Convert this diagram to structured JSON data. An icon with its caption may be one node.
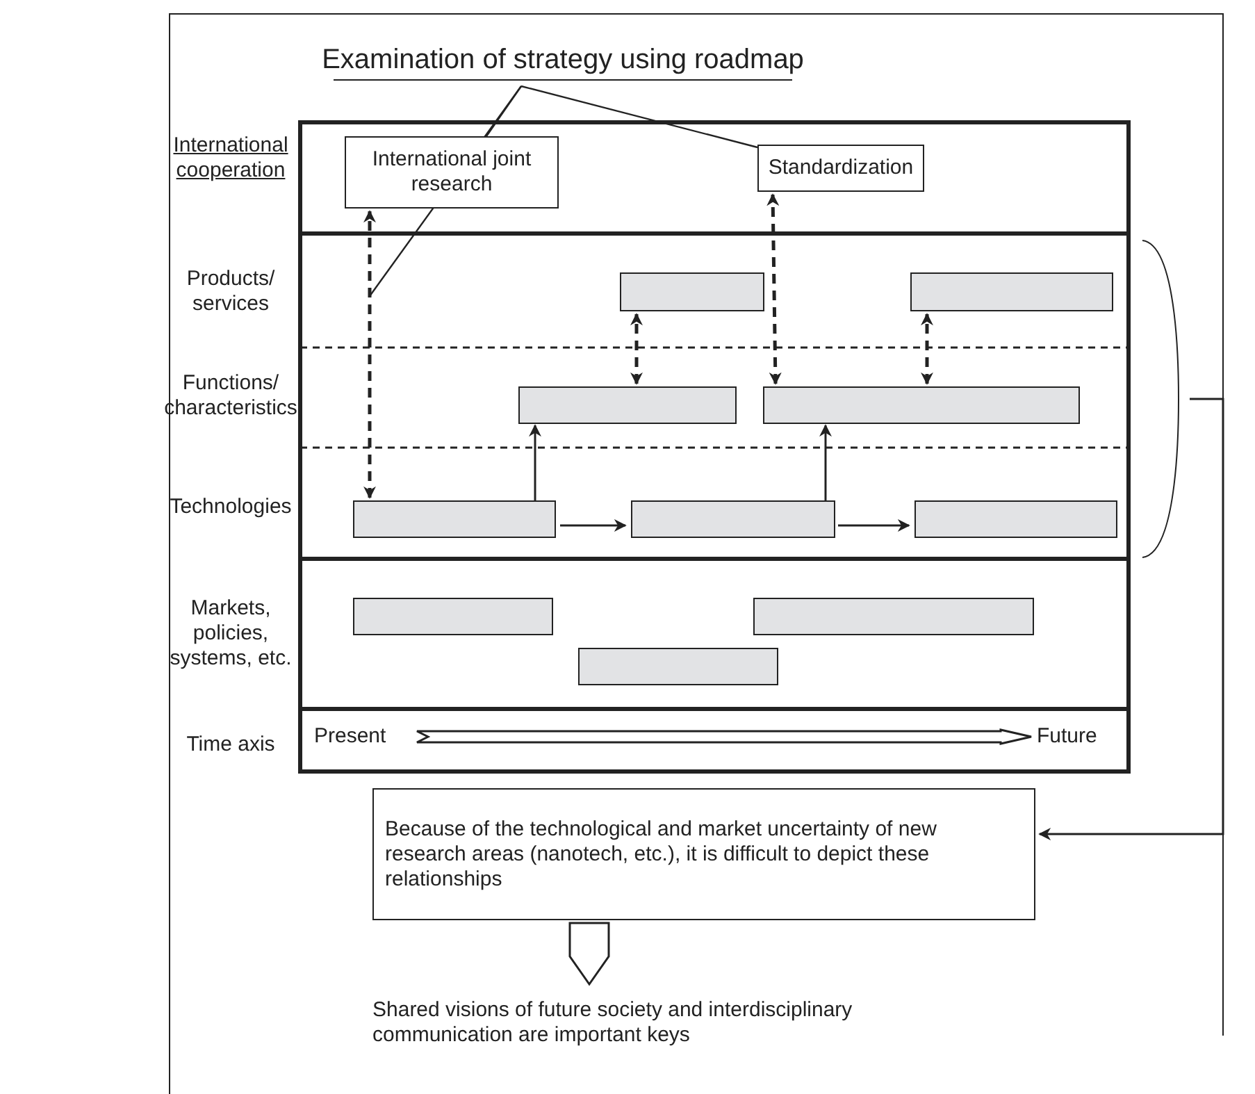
{
  "diagram": {
    "nodes": [
      {
        "text": [
          "Examination of strategy using roadmap"
        ]
      },
      {
        "text": [
          "International joint research"
        ]
      },
      {
        "text": [
          "Standardization"
        ]
      },
      {
        "text": [],
        "shape": "box"
      },
      {
        "text": [],
        "shape": "box"
      },
      {
        "text": [],
        "shape": "box"
      },
      {
        "text": [],
        "shape": "box"
      },
      {
        "text": [],
        "shape": "box"
      },
      {
        "text": [],
        "shape": "box"
      },
      {
        "text": [],
        "shape": "box"
      },
      {
        "text": [],
        "shape": "box"
      },
      {
        "text": [],
        "shape": "box"
      },
      {
        "text": [],
        "shape": "box"
      },
      {
        "text": [
          "Because of the technological and market uncertainty of new research areas (nanotech, etc.), it is difficult to depict these relationships"
        ]
      },
      {
        "text": [
          "Shared visions of future society and interdisciplinary communication are important keys"
        ]
      },
      {
        "text": [],
        "shape": "brace"
      },
      {
        "text": [
          "Present"
        ]
      },
      {
        "text": [
          "Future"
        ]
      }
    ],
    "edges": [
      {
        "from": 0,
        "to": 1,
        "arrow": "none"
      },
      {
        "from": 0,
        "to": null,
        "arrow": "none"
      },
      {
        "from": 0,
        "to": 2,
        "arrow": "none"
      },
      {
        "from": 7,
        "to": 1,
        "arrow": "both",
        "style": "dashed"
      },
      {
        "from": 6,
        "to": 2,
        "arrow": "both",
        "style": "dashed"
      },
      {
        "from": 5,
        "to": 3,
        "arrow": "both",
        "style": "dashed"
      },
      {
        "from": 6,
        "to": 4,
        "arrow": "both",
        "style": "dashed"
      },
      {
        "from": 7,
        "to": 5,
        "arrow": "to"
      },
      {
        "from": 8,
        "to": 6,
        "arrow": "to"
      },
      {
        "from": 7,
        "to": 8,
        "arrow": "to"
      },
      {
        "from": 8,
        "to": 9,
        "arrow": "to"
      },
      {
        "from": 15,
        "to": 13,
        "arrow": "to"
      },
      {
        "from": 13,
        "to": 14,
        "arrow": "to",
        "style": "thick"
      },
      {
        "from": 16,
        "to": 17,
        "arrow": "to",
        "style": "thick"
      }
    ],
    "labels": [
      "International cooperation",
      "Products/ services",
      "Functions/ characteristics",
      "Technologies",
      "Markets, policies, systems, etc.",
      "Time axis"
    ]
  }
}
